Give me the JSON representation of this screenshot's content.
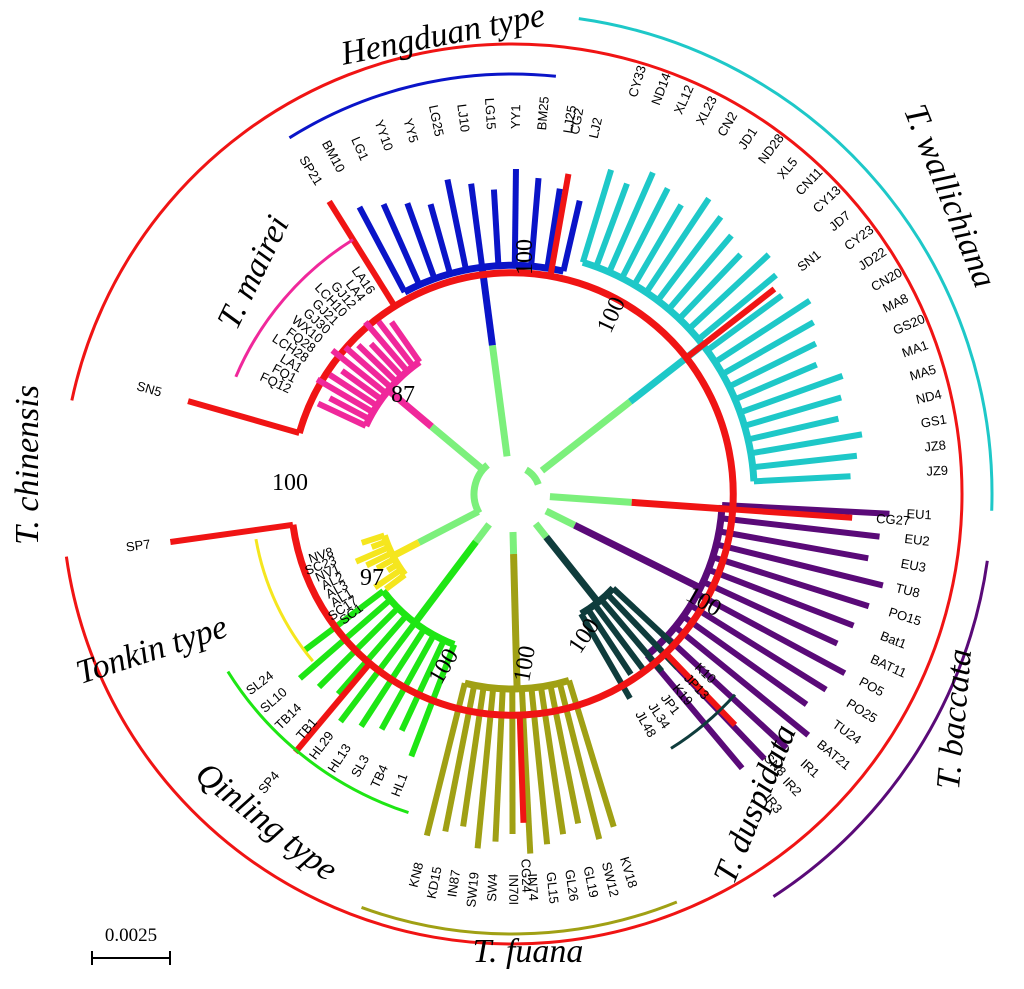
{
  "clades": [
    {
      "key": "hengduan",
      "name": "Hengduan type",
      "color": "#0a14c8",
      "bootstrap": "100",
      "leaves": [
        "BM10",
        "LG1",
        "YY10",
        "YY5",
        "LG25",
        "LJ10",
        "LG15",
        "YY1",
        "BM25",
        "LJ25",
        "LJ2"
      ]
    },
    {
      "key": "wallichiana",
      "name": "T. wallichiana",
      "color": "#1ec8c8",
      "bootstrap": "100",
      "leaves": [
        "CY33",
        "ND14",
        "XL12",
        "XL23",
        "CN2",
        "JD1",
        "ND28",
        "XL5",
        "CN11",
        "CY13",
        "JD7",
        "CY23",
        "JD22",
        "CN20",
        "MA8",
        "GS20",
        "MA1",
        "MA5",
        "ND4",
        "GS1",
        "JZ8",
        "JZ9"
      ]
    },
    {
      "key": "baccata",
      "name": "T. baccata",
      "color": "#5a0a78",
      "bootstrap": "100",
      "leaves": [
        "EU1",
        "EU2",
        "EU3",
        "TU8",
        "PO15",
        "Bat1",
        "BAT11",
        "PO5",
        "PO25",
        "TU24",
        "BAT21",
        "IR1",
        "IR2",
        "IR3"
      ]
    },
    {
      "key": "cuspidata",
      "name": "T. duspidata",
      "color": "#0f3c3c",
      "bootstrap": "100",
      "leaves": [
        "K10",
        "JP13",
        "K19",
        "JP1",
        "JL34",
        "JL48"
      ]
    },
    {
      "key": "fuana",
      "name": "T. fuana",
      "color": "#a0a014",
      "bootstrap": "100",
      "leaves": [
        "KN8",
        "KD15",
        "IN87",
        "SW19",
        "SW4",
        "IN70I",
        "IN74",
        "GL15",
        "GL26",
        "GL19",
        "SW12",
        "KV18"
      ]
    },
    {
      "key": "qinling",
      "name": "Qinling type",
      "color": "#1ee614",
      "bootstrap": "100",
      "leaves": [
        "SL24",
        "SL10",
        "TB14",
        "TB1",
        "HL29",
        "HL13",
        "SL3",
        "TB4",
        "HL1"
      ]
    },
    {
      "key": "tonkin",
      "name": "Tonkin type",
      "color": "#f5e61e",
      "bootstrap": "97",
      "leaves": [
        "NV8",
        "SC23",
        "NV1",
        "AL2",
        "AL3",
        "AL1",
        "SC17",
        "SC1"
      ]
    },
    {
      "key": "chinensis",
      "name": "T. chinensis",
      "color": "#f01414",
      "bootstrap": "100",
      "leaves": [
        "SP7",
        "SP4",
        "CG24",
        "SN8",
        "CG27",
        "SN1",
        "CG2",
        "SP21",
        "SN5"
      ]
    },
    {
      "key": "mairei",
      "name": "T. mairei",
      "color": "#f0289b",
      "bootstrap": "87",
      "leaves": [
        "FQ12",
        "FQ1",
        "LA1",
        "LCH28",
        "FQ28",
        "WX10",
        "GJ30",
        "GJ21",
        "LCH10",
        "GJ12",
        "LA4",
        "LA16"
      ]
    }
  ],
  "colors": {
    "backbone": "#7cf07c"
  },
  "scale": {
    "label": "0.0025"
  }
}
